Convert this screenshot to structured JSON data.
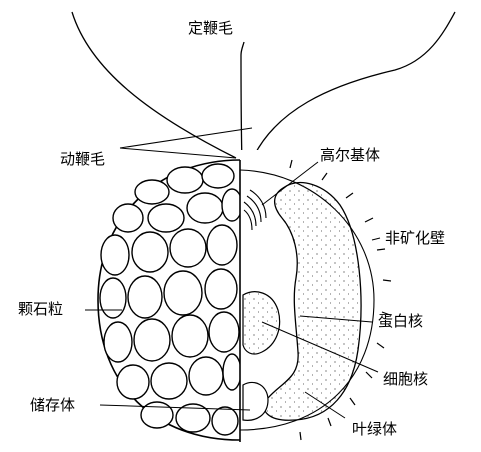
{
  "labels": {
    "haptonema": "定鞭毛",
    "flagella": "动鞭毛",
    "golgi": "高尔基体",
    "wall": "非矿化壁",
    "coccolith": "颗石粒",
    "pyrenoid": "蛋白核",
    "nucleus": "细胞核",
    "storage": "储存体",
    "chloroplast": "叶绿体"
  },
  "colors": {
    "line": "#000000",
    "background": "#ffffff"
  }
}
